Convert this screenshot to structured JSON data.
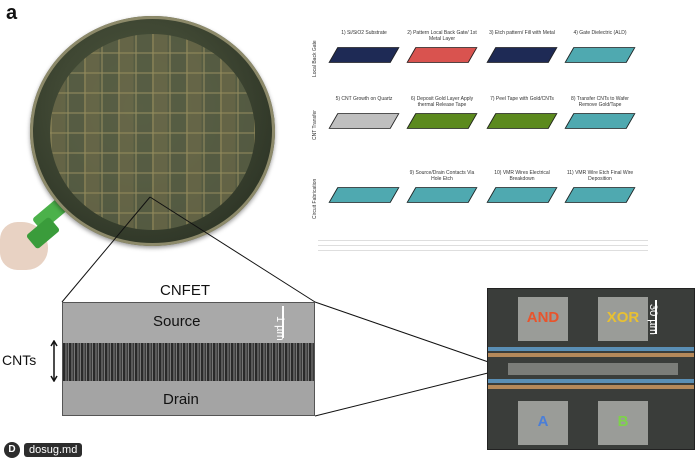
{
  "figure": {
    "panel_letter": "a"
  },
  "cnfet": {
    "title": "CNFET",
    "source_label": "Source",
    "drain_label": "Drain",
    "cnts_label": "CNTs",
    "scale_label": "1 µm"
  },
  "process_flow": {
    "rows": [
      {
        "label": "Local Back Gate",
        "steps": [
          {
            "caption": "1) Si/SiO2 Substrate",
            "color": "#1e2a55"
          },
          {
            "caption": "2) Pattern Local Back Gate/ 1st Metal Layer",
            "color": "#d9534f"
          },
          {
            "caption": "3) Etch pattern/ Fill with Metal",
            "color": "#1e2a55"
          },
          {
            "caption": "4) Gate Dielectric (ALD)",
            "color": "#4fa9b0"
          }
        ]
      },
      {
        "label": "CNT Transfer",
        "steps": [
          {
            "caption": "5) CNT Growth on Quartz",
            "color": "#bfbfbf"
          },
          {
            "caption": "6) Deposit Gold Layer Apply thermal Release Tape",
            "color": "#5c8a1e"
          },
          {
            "caption": "7) Peel Tape with Gold/CNTs",
            "color": "#5c8a1e"
          },
          {
            "caption": "8) Transfer CNTs to Wafer Remove Gold/Tape",
            "color": "#4fa9b0"
          }
        ]
      },
      {
        "label": "Circuit Fabrication",
        "steps": [
          {
            "caption": "",
            "color": "#4fa9b0"
          },
          {
            "caption": "9) Source/Drain Contacts Via Hole Etch",
            "color": "#4fa9b0"
          },
          {
            "caption": "10) VMR Wires Electrical Breakdown",
            "color": "#4fa9b0"
          },
          {
            "caption": "11) VMR Wire Etch Final Wire Deposition",
            "color": "#4fa9b0"
          }
        ]
      }
    ]
  },
  "sem": {
    "pads": [
      "AND",
      "XOR",
      "A",
      "B"
    ],
    "pad_colors": {
      "AND": "#e8542c",
      "XOR": "#e8c032",
      "A": "#4a7ed8",
      "B": "#7ed24a"
    },
    "scale_label": "30 µm"
  },
  "watermark": {
    "logo": "D",
    "text": "dosug.md"
  }
}
